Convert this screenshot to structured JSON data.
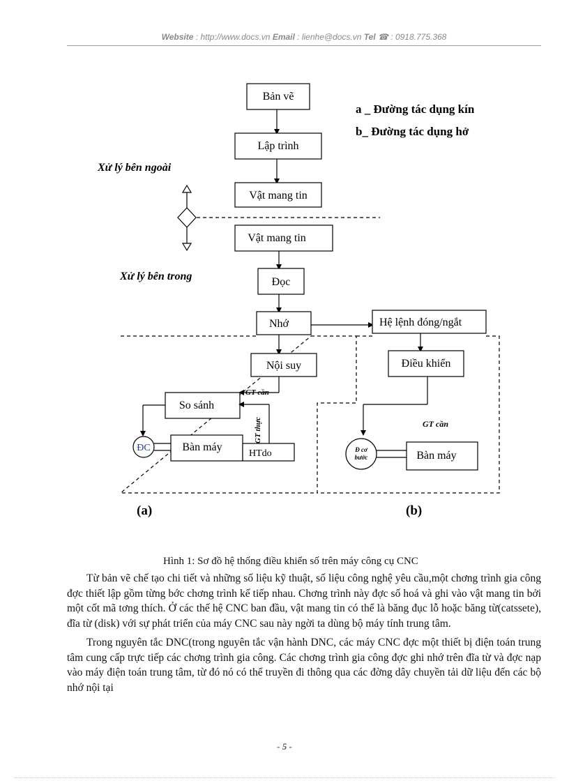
{
  "header": {
    "website_label": "Website",
    "website_value": " : http://www.docs.vn ",
    "email_label": "Email",
    "email_value": " : lienhe@docs.vn ",
    "tel_label": "Tel",
    "tel_value": " ☎ : 0918.775.368"
  },
  "diagram": {
    "ban_ve": "Bản vẽ",
    "lap_trinh": "Lập trình",
    "vat_mang_tin_1": "Vật mang tin",
    "vat_mang_tin_2": "Vật mang tin",
    "doc": "Đọc",
    "nho": "Nhớ",
    "he_lenh": "Hệ lệnh đóng/ngắt",
    "noi_suy": "Nội suy",
    "dieu_khien": "Điều khiển",
    "so_sanh": "So sánh",
    "ban_may_a": "Bàn máy",
    "htdo": "HTdo",
    "ban_may_b": "Bàn máy",
    "dc": "ĐC",
    "dong_co_line1": "Đ cơ",
    "dong_co_line2": "bước",
    "gt_can_a": "GT cần",
    "gt_thuc": "GT thực",
    "gt_can_b": "GT cần",
    "xu_ly_ngoai": "Xử lý bên ngoài",
    "xu_ly_trong": "Xử lý bên trong",
    "legend_a": "a _ Đường tác dụng kín",
    "legend_b": "b_ Đường tác dụng hở",
    "label_a": "(a)",
    "label_b": "(b)"
  },
  "caption": "Hình 1:  Sơ đồ hệ thống điều khiển số trên máy công cụ CNC",
  "paragraphs": [
    "Từ bản vẽ chế tạo chi tiết và những số liệu kỹ thuật, số liệu công nghệ yêu cầu,một chơng   trình gia công đợc   thiết lập gồm từng bớc   chơng   trình kế tiếp nhau. Chơng   trình này đợc   số hoá và ghi vào vật mang tin bởi một cốt mã tơng   thích. Ở các thế hệ CNC ban đầu, vật mang tin có thể là băng đục lỗ hoặc băng từ(catssete), đĩa từ (disk) với sự phát triển của máy CNC sau này ngời   ta dùng bộ máy tính trung tâm.",
    "Trong nguyên tắc DNC(trong nguyên tắc vận hành DNC, các máy CNC đợc   một thiết bị điện toán trung tâm cung cấp trực tiếp các chơng   trình gia công. Các chơng   trình gia công đợc   ghi nhớ trên đĩa từ và đợc   nạp vào máy điện toán trung tâm, từ đó nó có thể truyền đi thông qua các đờng   dây chuyền tải dữ liệu đến các bộ nhớ nội tại"
  ],
  "page_number": "- 5 -"
}
